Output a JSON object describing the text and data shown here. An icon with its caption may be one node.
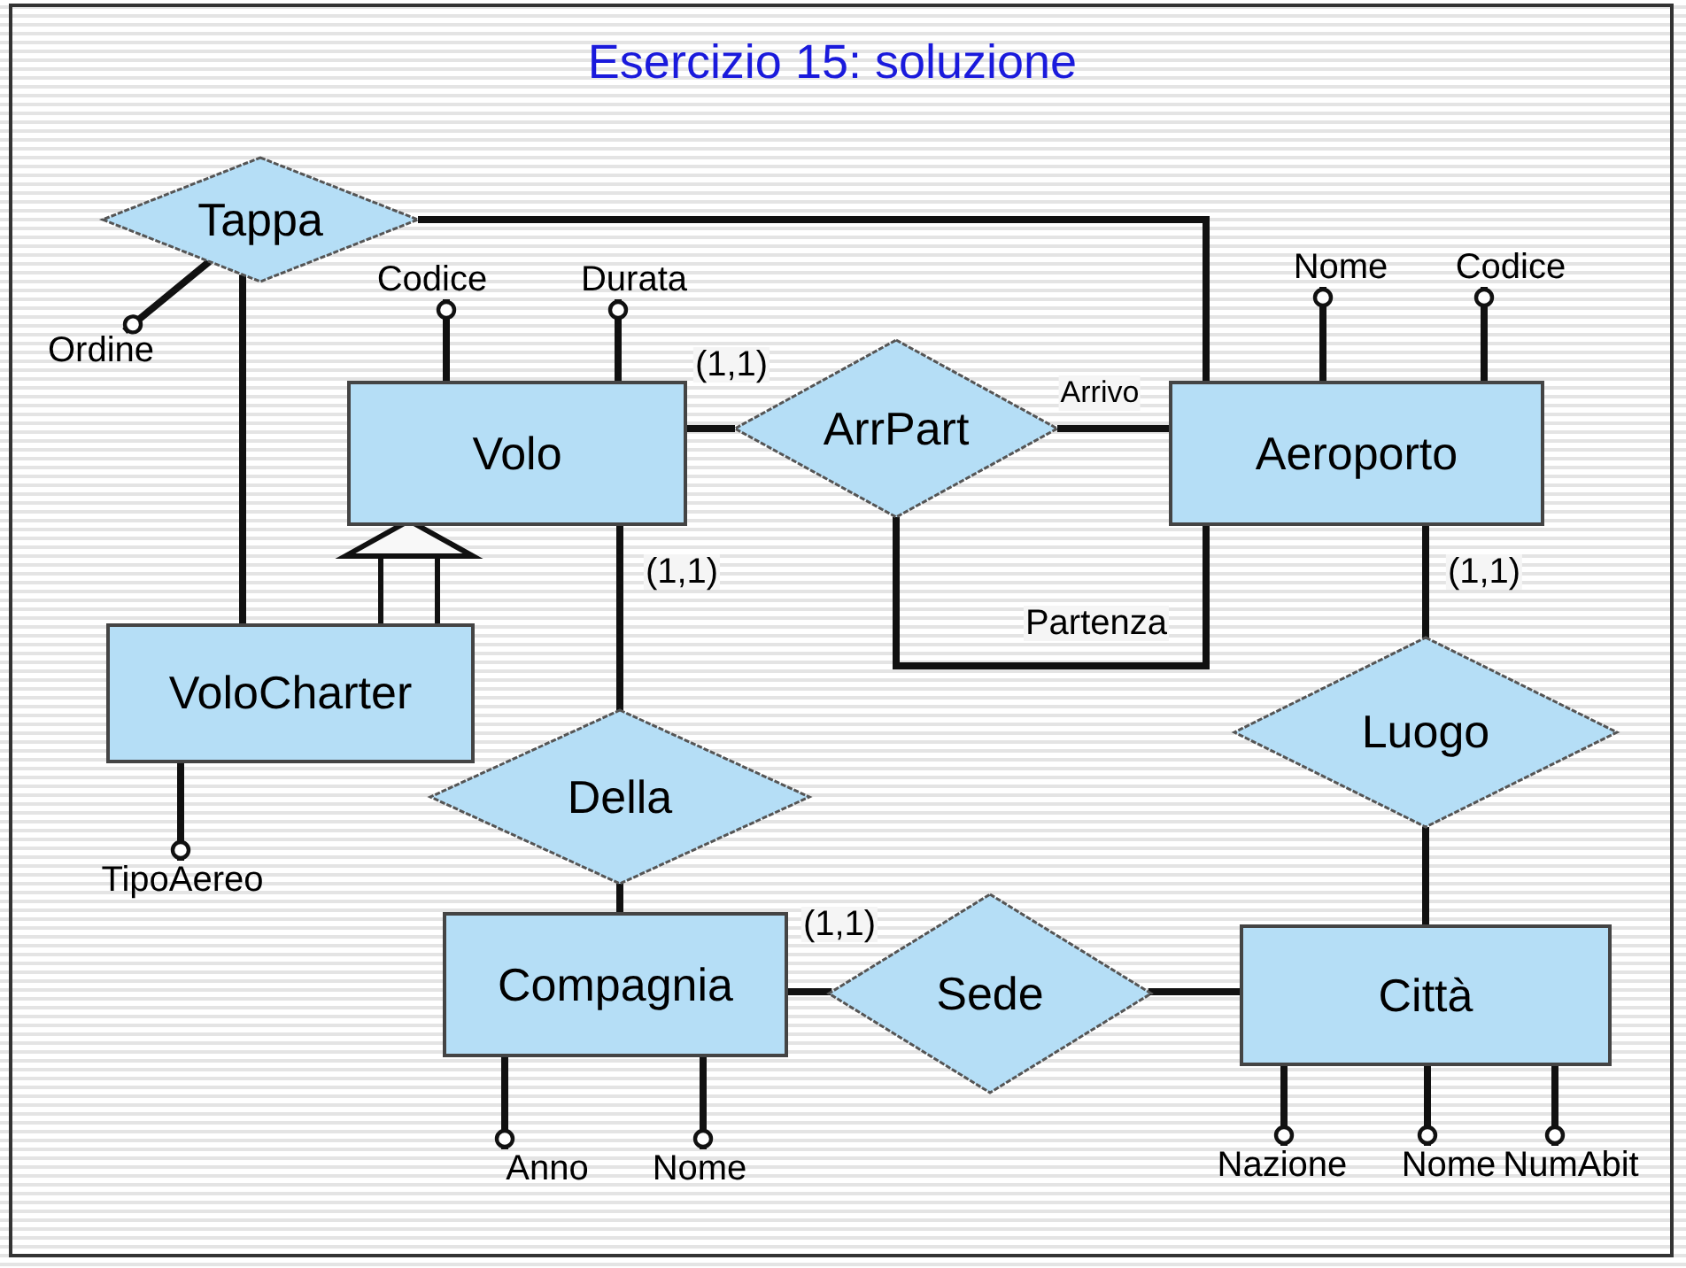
{
  "diagram": {
    "title": "Esercizio 15: soluzione",
    "nodes": [
      {
        "text": [
          "Tappa"
        ]
      },
      {
        "text": [
          "Volo"
        ]
      },
      {
        "text": [
          "ArrPart"
        ]
      },
      {
        "text": [
          "Aeroporto"
        ]
      },
      {
        "text": [
          "VoloCharter"
        ]
      },
      {
        "text": [
          "Della"
        ]
      },
      {
        "text": [
          "Luogo"
        ]
      },
      {
        "text": [
          "Compagnia"
        ]
      },
      {
        "text": [
          "Sede"
        ]
      },
      {
        "text": [
          "Città"
        ]
      },
      {
        "text": [
          "Ordine"
        ]
      },
      {
        "text": [
          "Codice"
        ]
      },
      {
        "text": [
          "Durata"
        ]
      },
      {
        "text": [
          "Nome"
        ]
      },
      {
        "text": [
          "Codice"
        ]
      },
      {
        "text": [
          "TipoAereo"
        ]
      },
      {
        "text": [
          "Anno"
        ]
      },
      {
        "text": [
          "Nome"
        ]
      },
      {
        "text": [
          "Nazione"
        ]
      },
      {
        "text": [
          "Nome"
        ]
      },
      {
        "text": [
          "NumAbit"
        ]
      }
    ],
    "edges": [
      {
        "from": 0,
        "to": 3,
        "arrow": "none"
      },
      {
        "from": 0,
        "to": 4,
        "arrow": "none"
      },
      {
        "from": 4,
        "to": 1,
        "arrow": "to"
      },
      {
        "from": 1,
        "to": 2,
        "arrow": "none",
        "label": "(1,1)"
      },
      {
        "from": 2,
        "to": 3,
        "arrow": "none",
        "label": "Arrivo"
      },
      {
        "from": 2,
        "to": 3,
        "arrow": "none",
        "label": "Partenza"
      },
      {
        "from": 1,
        "to": 5,
        "arrow": "none",
        "label": "(1,1)"
      },
      {
        "from": 5,
        "to": 7,
        "arrow": "none"
      },
      {
        "from": 7,
        "to": 8,
        "arrow": "none",
        "label": "(1,1)"
      },
      {
        "from": 8,
        "to": 9,
        "arrow": "none"
      },
      {
        "from": 3,
        "to": 6,
        "arrow": "none",
        "label": "(1,1)"
      },
      {
        "from": 6,
        "to": 9,
        "arrow": "none"
      },
      {
        "from": 0,
        "to": 10,
        "arrow": "other"
      },
      {
        "from": 1,
        "to": 11,
        "arrow": "other"
      },
      {
        "from": 1,
        "to": 12,
        "arrow": "other"
      },
      {
        "from": 3,
        "to": 13,
        "arrow": "other"
      },
      {
        "from": 3,
        "to": 14,
        "arrow": "other"
      },
      {
        "from": 4,
        "to": 15,
        "arrow": "other"
      },
      {
        "from": 7,
        "to": 16,
        "arrow": "other"
      },
      {
        "from": 7,
        "to": 17,
        "arrow": "other"
      },
      {
        "from": 9,
        "to": 18,
        "arrow": "other"
      },
      {
        "from": 9,
        "to": 19,
        "arrow": "other"
      },
      {
        "from": 9,
        "to": 20,
        "arrow": "other"
      }
    ]
  }
}
